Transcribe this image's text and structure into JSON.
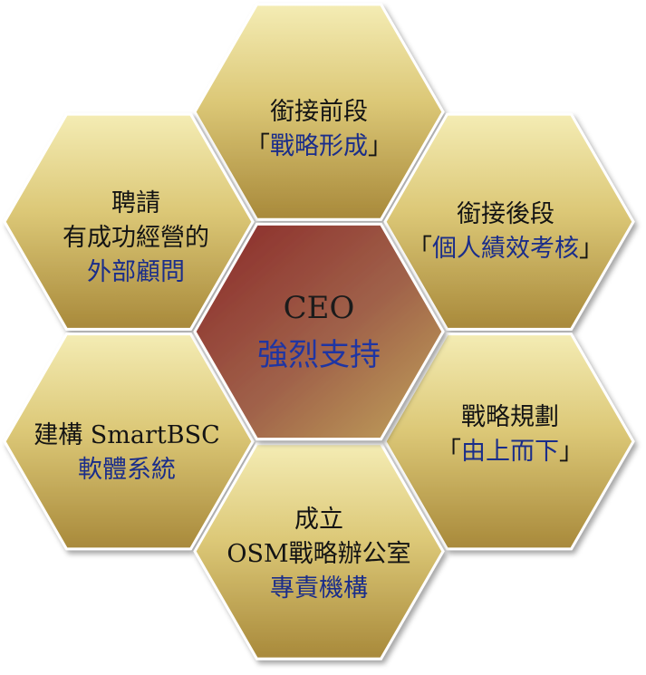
{
  "colors": {
    "gold_light": "#f1e7a8",
    "gold_mid": "#d6c16a",
    "gold_dark": "#a78a3c",
    "center_dark": "#8c2f2b",
    "center_light": "#b79a55",
    "text_dark": "#141414",
    "text_blue": "#1a2d8a"
  },
  "hexagons": {
    "center": {
      "line1": "CEO",
      "line2": "強烈支持"
    },
    "top": {
      "line1": "銜接前段",
      "bracket_open": "「",
      "line2": "戰略形成",
      "bracket_close": "」"
    },
    "upper_right": {
      "line1": "銜接後段",
      "bracket_open": "「",
      "line2": "個人績效考核",
      "bracket_close": "」"
    },
    "lower_right": {
      "line1": "戰略規劃",
      "bracket_open": "「",
      "line2": "由上而下",
      "bracket_close": "」"
    },
    "bottom": {
      "line1": "成立",
      "line2": "OSM戰略辦公室",
      "line3": "專責機構"
    },
    "lower_left": {
      "line1": "建構 SmartBSC",
      "line2": "軟體系統"
    },
    "upper_left": {
      "line1": "聘請",
      "line2": "有成功經營的",
      "line3": "外部顧問"
    }
  }
}
